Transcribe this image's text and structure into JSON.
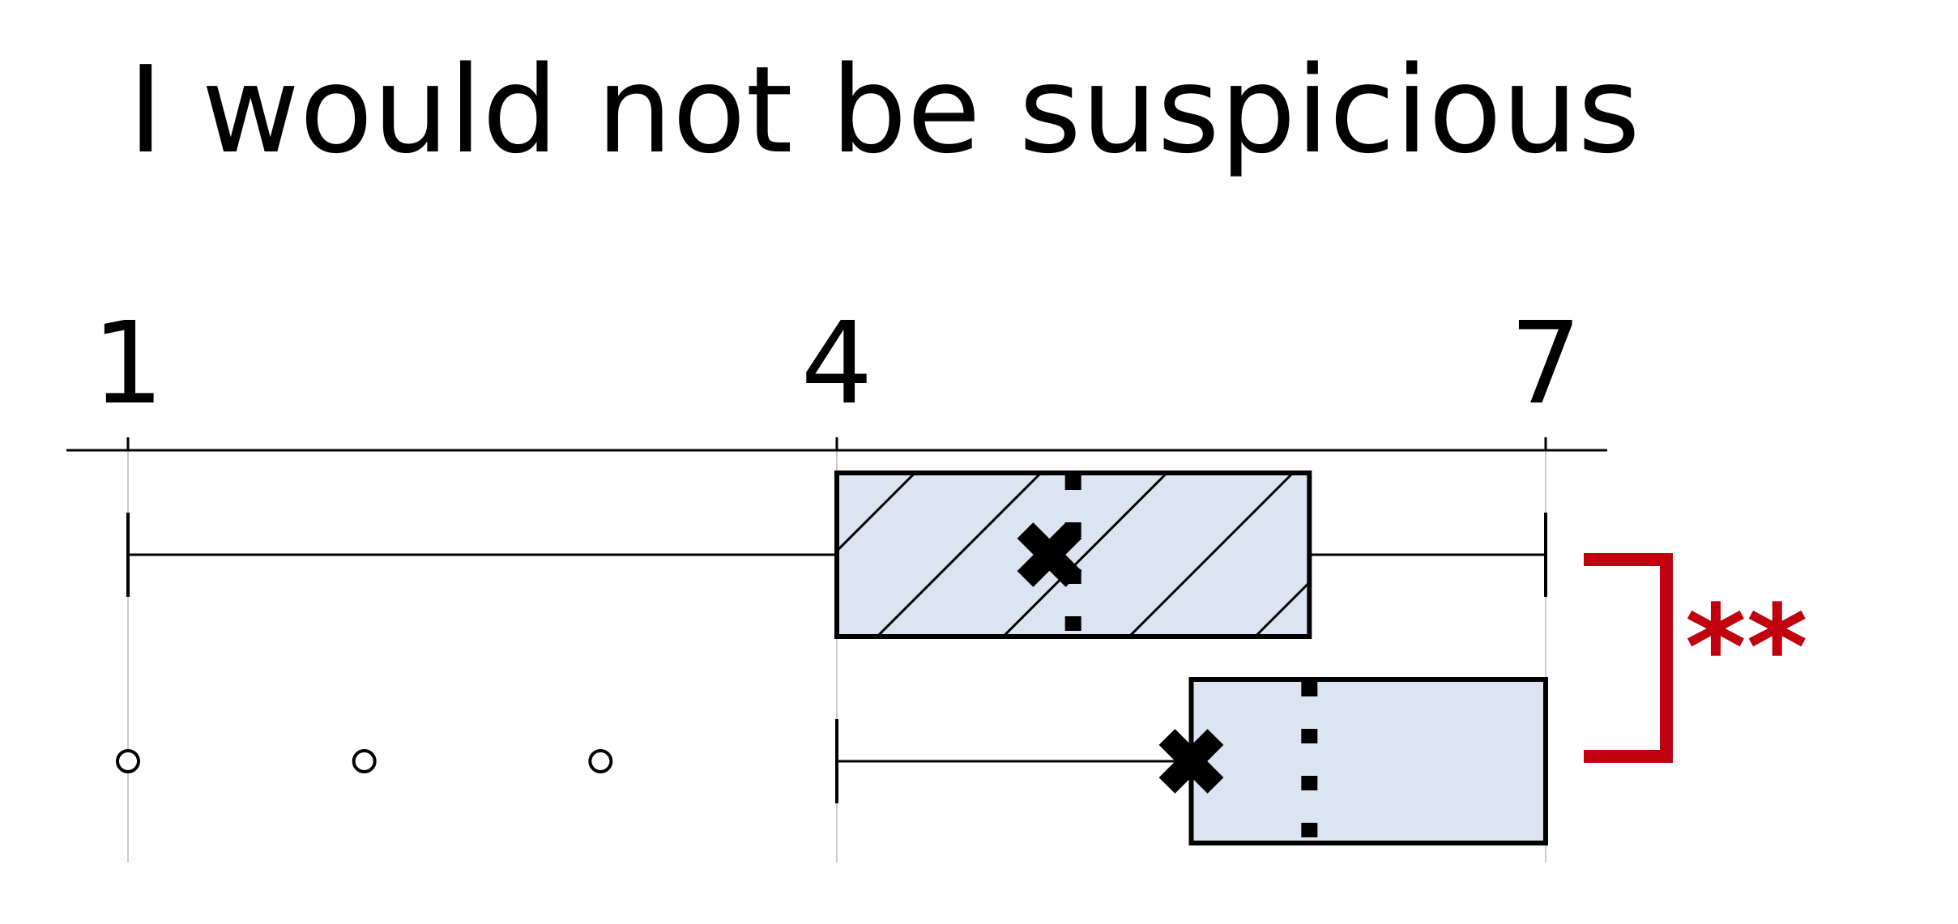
{
  "chart_data": {
    "type": "box",
    "title": "I would not be suspicious",
    "xlabel": "",
    "ylabel": "",
    "xlim": [
      1,
      7
    ],
    "ticks": [
      1,
      4,
      7
    ],
    "tick_labels": [
      "1",
      "4",
      "7"
    ],
    "grid": true,
    "series": [
      {
        "whisker_low": 1,
        "q1": 4,
        "median": 5,
        "q3": 6,
        "whisker_high": 7,
        "mean": 4.9,
        "outliers": [],
        "hatched": true
      },
      {
        "whisker_low": 4,
        "q1": 5.5,
        "median": 6,
        "q3": 7,
        "whisker_high": 7,
        "mean": 5.5,
        "outliers": [
          1,
          2,
          3
        ],
        "hatched": false
      }
    ],
    "significance": {
      "label": "**",
      "between": [
        0,
        1
      ]
    },
    "colors": {
      "box_fill": "#dbe4f0",
      "line": "#000000",
      "grid": "#cccccc",
      "significance": "#c0000f"
    }
  }
}
